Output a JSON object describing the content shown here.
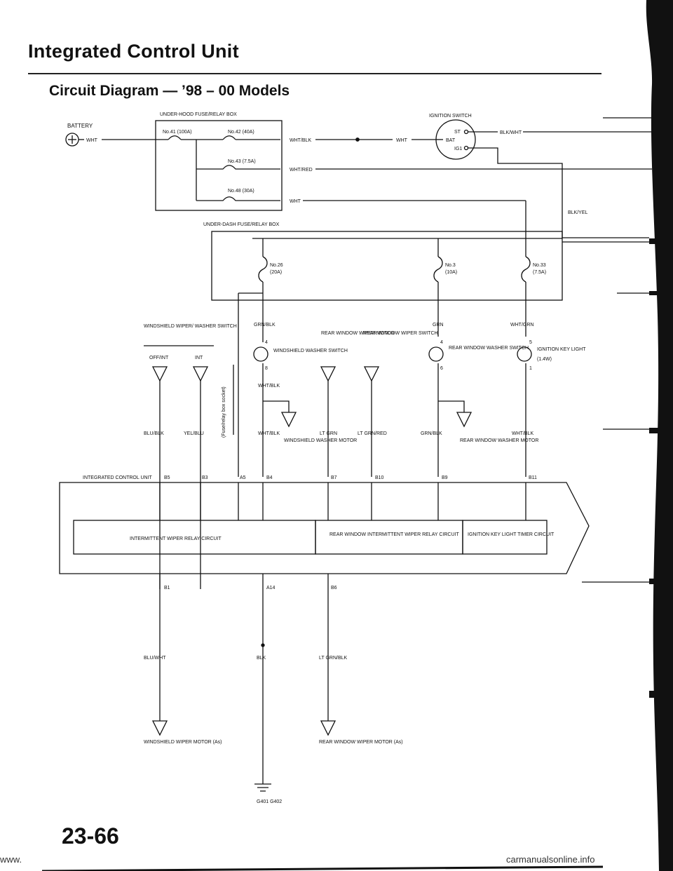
{
  "header": {
    "title": "Integrated Control Unit",
    "subtitle": "Circuit Diagram — ’98 – 00 Models"
  },
  "diagram": {
    "battery": "BATTERY",
    "underhood_box": "UNDER-HOOD FUSE/RELAY BOX",
    "fuse_41": "No.41 (100A)",
    "fuse_42": "No.42 (40A)",
    "fuse_43": "No.43 (7.5A)",
    "fuse_48": "No.48 (30A)",
    "ignition_switch": "IGNITION SWITCH",
    "ign_st": "ST",
    "ign_bat": "BAT",
    "ign_ig1": "IG1",
    "underdash_box": "UNDER-DASH FUSE/RELAY BOX",
    "fuse_26": "No.26",
    "fuse_26_rating": "(20A)",
    "fuse_3": "No.3",
    "fuse_3_rating": "(10A)",
    "fuse_33": "No.33",
    "fuse_33_rating": "(7.5A)",
    "wiper_switch_title": "WINDSHIELD WIPER/ WASHER SWITCH",
    "off_int": "OFF/INT",
    "int": "INT",
    "fuse_relay_socket": "(Fuse/relay box socket)",
    "washer_switch": "WINDSHIELD WASHER SWITCH",
    "rear_wiper_motor": "REAR WINDOW WIPER MOTOR",
    "rear_wiper_switch": "REAR WINDOW WIPER SWITCH",
    "rear_washer_switch": "REAR WINDOW WASHER SWITCH",
    "ign_key_light": "IGNITION KEY LIGHT",
    "ign_key_light_rating": "(1.4W)",
    "ws_washer_motor": "WINDSHIELD WASHER MOTOR",
    "rear_washer_motor": "REAR WINDOW WASHER MOTOR",
    "icu": "INTEGRATED CONTROL UNIT",
    "intermittent_relay": "INTERMITTENT WIPER RELAY CIRCUIT",
    "rear_intermittent_relay": "REAR WINDOW INTERMITTENT WIPER RELAY CIRCUIT",
    "ign_key_timer": "IGNITION KEY LIGHT TIMER CIRCUIT",
    "ws_wiper_motor": "WINDSHIELD WIPER MOTOR (As)",
    "rear_wiper_motor_as": "REAR WINDOW WIPER MOTOR (As)",
    "ground": "G401 G402",
    "pin_4a": "4",
    "pin_8": "8",
    "pin_4b": "4",
    "pin_6": "6",
    "pin_5": "5",
    "pin_1": "1"
  },
  "wires": {
    "wht": "WHT",
    "wht_blk": "WHT/BLK",
    "wht_red": "WHT/RED",
    "blk_wht": "BLK/WHT",
    "blk_yel": "BLK/YEL",
    "grn_blk": "GRN/BLK",
    "grn": "GRN",
    "wht_grn": "WHT/GRN",
    "blu_blk": "BLU/BLK",
    "yel_blu": "YEL/BLU",
    "lt_grn": "LT GRN",
    "lt_grn_red": "LT GRN/RED",
    "blu_wht": "BLU/WHT",
    "blk": "BLK",
    "lt_grn_blk": "LT GRN/BLK"
  },
  "pins": {
    "b5": "B5",
    "b3": "B3",
    "a5": "A5",
    "b4": "B4",
    "b7": "B7",
    "b10": "B10",
    "b9": "B9",
    "b11": "B11",
    "b1": "B1",
    "a14": "A14",
    "b6": "B6"
  },
  "footer": {
    "page_number": "23-66",
    "site": "www.",
    "site_right": "carmanualsonline.info"
  }
}
